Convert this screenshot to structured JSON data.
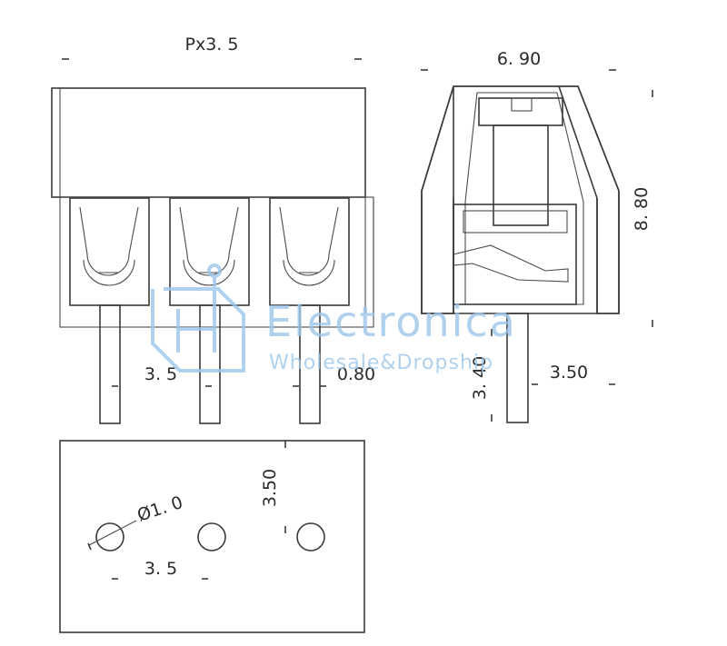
{
  "front_view": {
    "pitch_label": "Px3. 5",
    "pin_spacing_label": "3. 5",
    "pin_width_label": "0.80"
  },
  "side_view": {
    "width_label": "6. 90",
    "height_label": "8. 80",
    "pin_length_label": "3. 40",
    "pin_offset_label": "3.50"
  },
  "pcb_layout": {
    "hole_diameter_label": "Ø1. 0",
    "row_offset_label": "3.50",
    "hole_spacing_label": "3. 5"
  },
  "watermark": {
    "brand": "Electronica",
    "tagline": "Wholesale&Dropship",
    "color": "#9cc6ea"
  }
}
